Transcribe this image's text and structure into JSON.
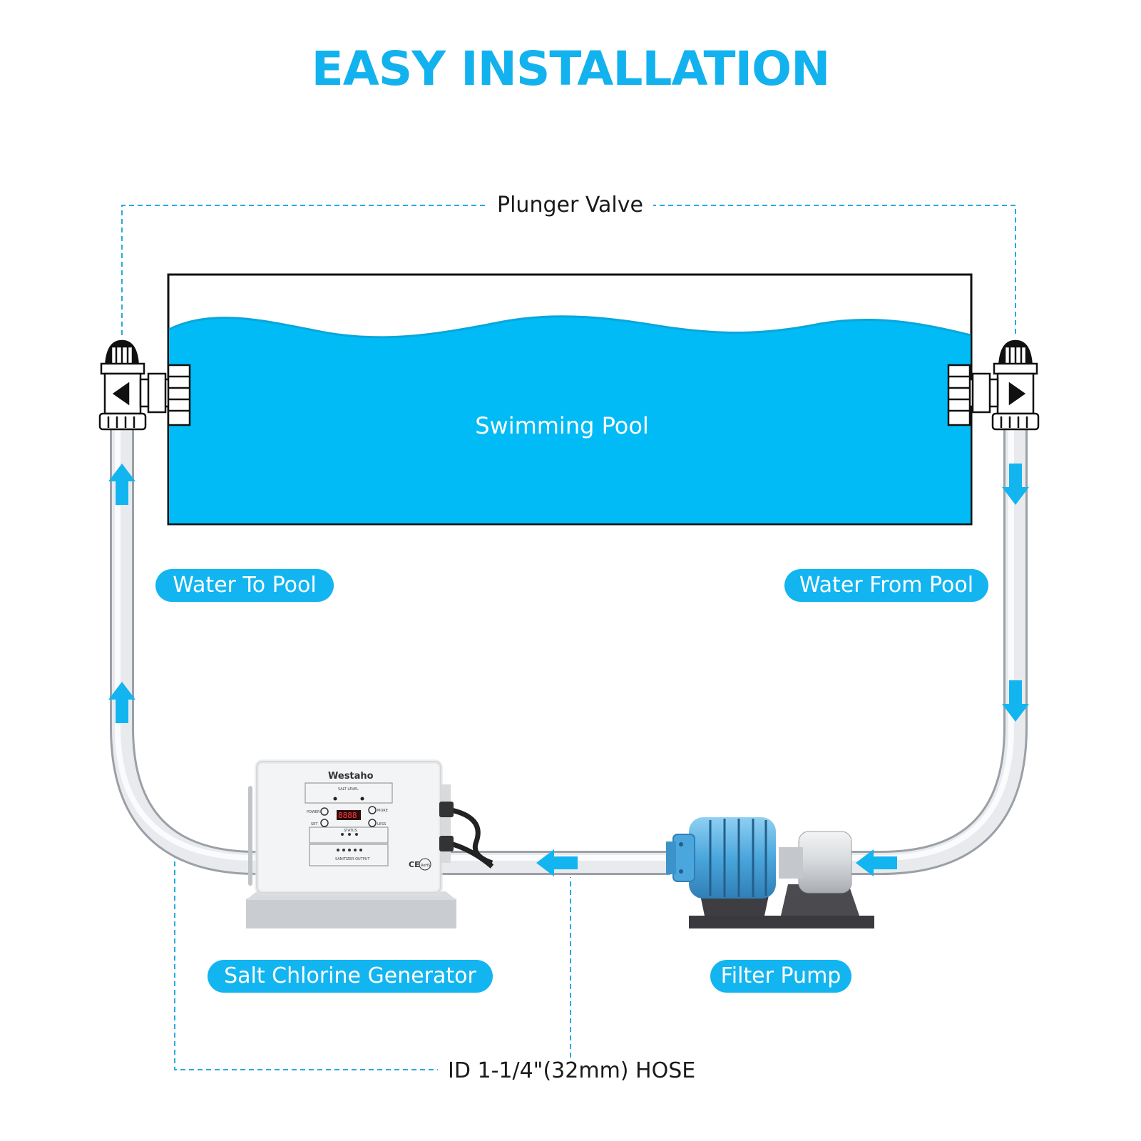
{
  "title": "EASY INSTALLATION",
  "labels": {
    "plunger_valve": "Plunger Valve",
    "swimming_pool": "Swimming Pool",
    "water_to_pool": "Water To Pool",
    "water_from_pool": "Water From Pool",
    "salt_chlorine_generator": "Salt Chlorine Generator",
    "filter_pump": "Filter Pump",
    "hose": "ID 1-1/4\"(32mm) HOSE"
  },
  "generator_panel": {
    "brand": "Westaho",
    "salt_level": "SALT LEVEL",
    "power": "POWER",
    "set": "SET",
    "more": "MORE",
    "less": "LESS",
    "display": "8888",
    "status": "STATUS",
    "sanitizer_output": "SANITIZER OUTPUT",
    "ce_mark": "CE",
    "rohs_mark": "RoHS"
  },
  "colors": {
    "accent": "#12b5f0",
    "pool_water": "#00bbf5",
    "pipe": "#dcdfe3",
    "pump_body": "#5fb3e3"
  }
}
